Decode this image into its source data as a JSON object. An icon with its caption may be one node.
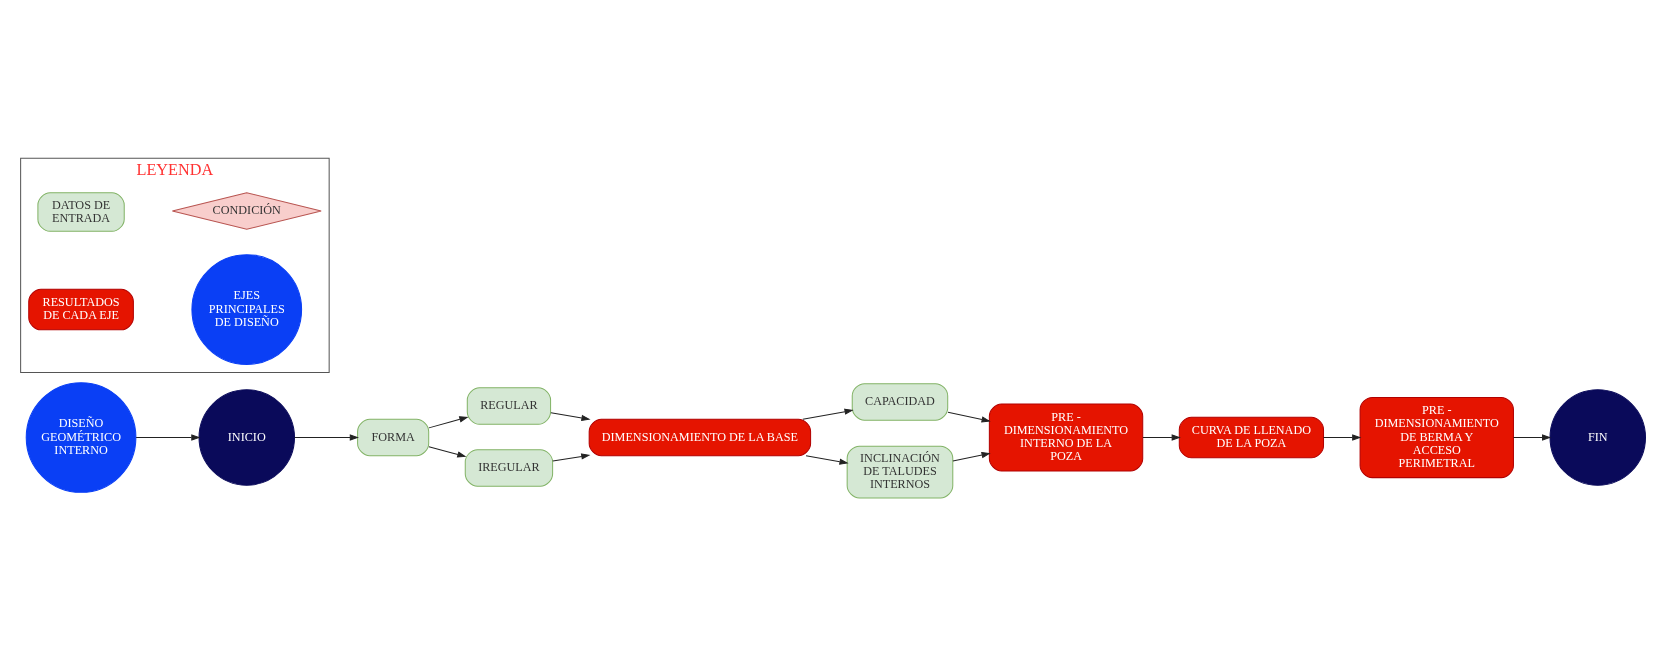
{
  "diagram": {
    "nodes": [
      {
        "text": [
          "DISEÑO GEOMÉTRICO INTERNO"
        ]
      },
      {
        "text": [
          "INICIO"
        ]
      },
      {
        "text": [
          "FORMA"
        ]
      },
      {
        "text": [
          "REGULAR"
        ]
      },
      {
        "text": [
          "IREGULAR"
        ]
      },
      {
        "text": [
          "DIMENSIONAMIENTO DE LA BASE"
        ]
      },
      {
        "text": [
          "CAPACIDAD"
        ]
      },
      {
        "text": [
          "INCLINACIÓN DE TALUDES INTERNOS"
        ]
      },
      {
        "text": [
          "PRE - DIMENSIONAMIENTO INTERNO DE LA POZA"
        ]
      },
      {
        "text": [
          "CURVA DE LLENADO DE LA POZA"
        ]
      },
      {
        "text": [
          "PRE - DIMENSIONAMIENTO DE BERMA Y ACCESO PERIMETRAL"
        ]
      },
      {
        "text": [
          "FIN"
        ]
      },
      {
        "text": [
          "LEYENDA"
        ]
      },
      {
        "text": [
          "DATOS DE ENTRADA"
        ],
        "in": 12
      },
      {
        "text": [
          "RESULTADOS DE CADA EJE"
        ],
        "in": 12
      },
      {
        "text": [
          "CONDICIÓN"
        ],
        "in": 12
      },
      {
        "text": [
          "EJES PRINCIPALES DE DISEÑO"
        ],
        "in": 12
      }
    ],
    "edges": [
      {
        "from": 0,
        "to": 1,
        "arrow": "to"
      },
      {
        "from": 1,
        "to": 2,
        "arrow": "to"
      },
      {
        "from": 2,
        "to": 3,
        "arrow": "to"
      },
      {
        "from": 2,
        "to": 4,
        "arrow": "to"
      },
      {
        "from": 3,
        "to": 5,
        "arrow": "to"
      },
      {
        "from": 4,
        "to": 5,
        "arrow": "to"
      },
      {
        "from": 5,
        "to": 6,
        "arrow": "to"
      },
      {
        "from": 5,
        "to": 7,
        "arrow": "to"
      },
      {
        "from": 6,
        "to": 8,
        "arrow": "to"
      },
      {
        "from": 7,
        "to": 8,
        "arrow": "to"
      },
      {
        "from": 8,
        "to": 9,
        "arrow": "to"
      },
      {
        "from": 9,
        "to": 10,
        "arrow": "to"
      },
      {
        "from": 10,
        "to": 11,
        "arrow": "to"
      }
    ]
  }
}
